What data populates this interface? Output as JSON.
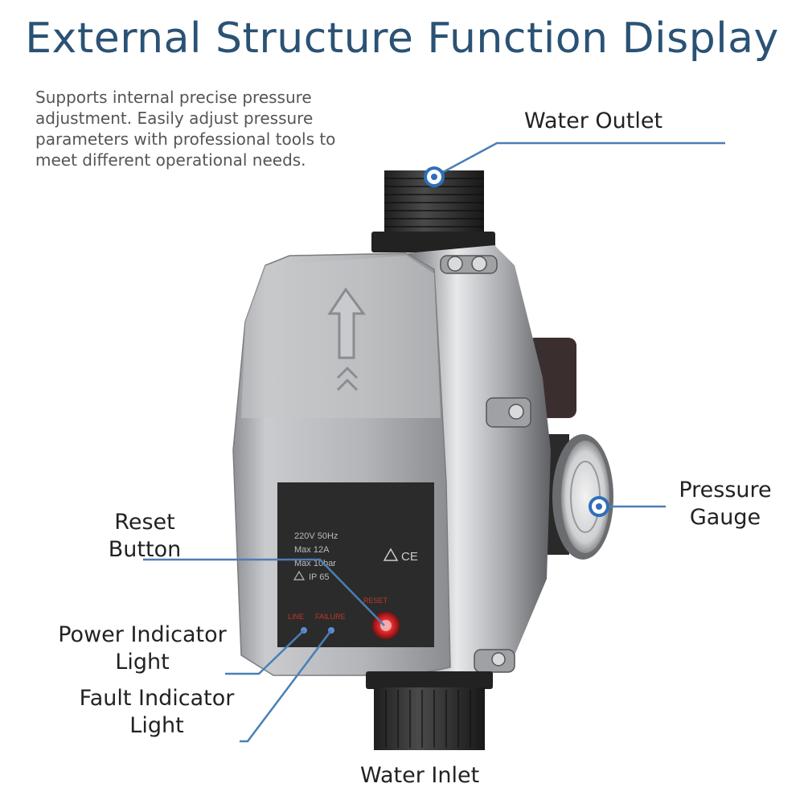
{
  "title": "External Structure Function Display",
  "description": "Supports internal precise pressure adjustment. Easily adjust pressure parameters with professional tools to meet different operational needs.",
  "callouts": {
    "water_outlet": "Water Outlet",
    "pressure_gauge": "Pressure Gauge",
    "reset_button": "Reset Button",
    "power_indicator": "Power Indicator Light",
    "fault_indicator": "Fault Indicator Light",
    "water_inlet": "Water Inlet"
  },
  "device_panel": {
    "voltage": "220V 50Hz",
    "current": "Max 12A",
    "pressure": "Max 10bar",
    "ip": "IP 65",
    "ce_mark": "CE",
    "line_label": "LINE",
    "failure_label": "FAILURE",
    "reset_label": "RESET"
  },
  "colors": {
    "title": "#2a5275",
    "leader_line": "#4a7fb5",
    "reset_button": "#d62828",
    "panel": "#2b2b2b",
    "body_silver": "#b8babd"
  }
}
